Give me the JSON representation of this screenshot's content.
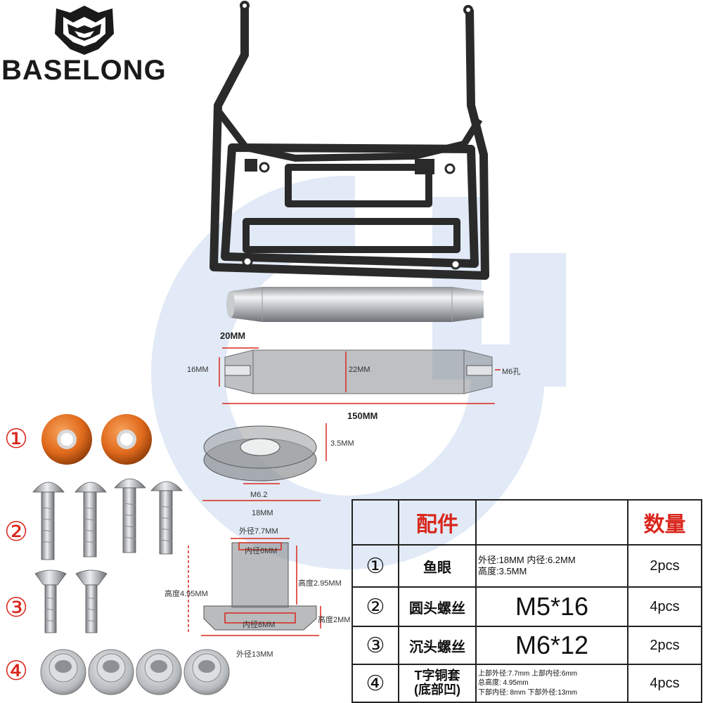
{
  "brand": {
    "name": "BASELONG"
  },
  "diagram": {
    "pipe_length": "20MM",
    "pipe_end_diameter": "16MM",
    "pipe_center_diameter": "22MM",
    "pipe_hole": "M6孔",
    "pipe_total": "150MM",
    "washer_height": "3.5MM",
    "washer_inner": "M6.2",
    "washer_outer": "18MM",
    "bushing_top_outer": "外径7.7MM",
    "bushing_top_inner": "内径6MM",
    "bushing_top_height": "高度2.95MM",
    "bushing_total_height": "高度4.95MM",
    "bushing_bottom_inner": "内径8MM",
    "bushing_bottom_height": "高度2MM",
    "bushing_bottom_outer": "外径13MM"
  },
  "markers": [
    "①",
    "②",
    "③",
    "④"
  ],
  "table": {
    "header": {
      "name": "配件",
      "qty": "数量"
    },
    "rows": [
      {
        "num": "①",
        "name": "鱼眼",
        "spec_lines": [
          "外径:18MM 内径:6.2MM",
          "高度:3.5MM"
        ],
        "qty": "2pcs"
      },
      {
        "num": "②",
        "name": "圆头螺丝",
        "spec": "M5*16",
        "qty": "4pcs"
      },
      {
        "num": "③",
        "name": "沉头螺丝",
        "spec": "M6*12",
        "qty": "2pcs"
      },
      {
        "num": "④",
        "name_lines": [
          "T字铜套",
          "(底部凹)"
        ],
        "spec_lines": [
          "上部外径:7.7mm 上部内径:6mm",
          "总高度: 4.95mm",
          "下部内径: 8mm 下部外径:13mm"
        ],
        "qty": "4pcs"
      }
    ]
  },
  "colors": {
    "accent_red": "#d9261c",
    "bracket": "#2a2a2a",
    "watermark": "#d7e3f3",
    "orange_washer": "#e06a1c"
  }
}
